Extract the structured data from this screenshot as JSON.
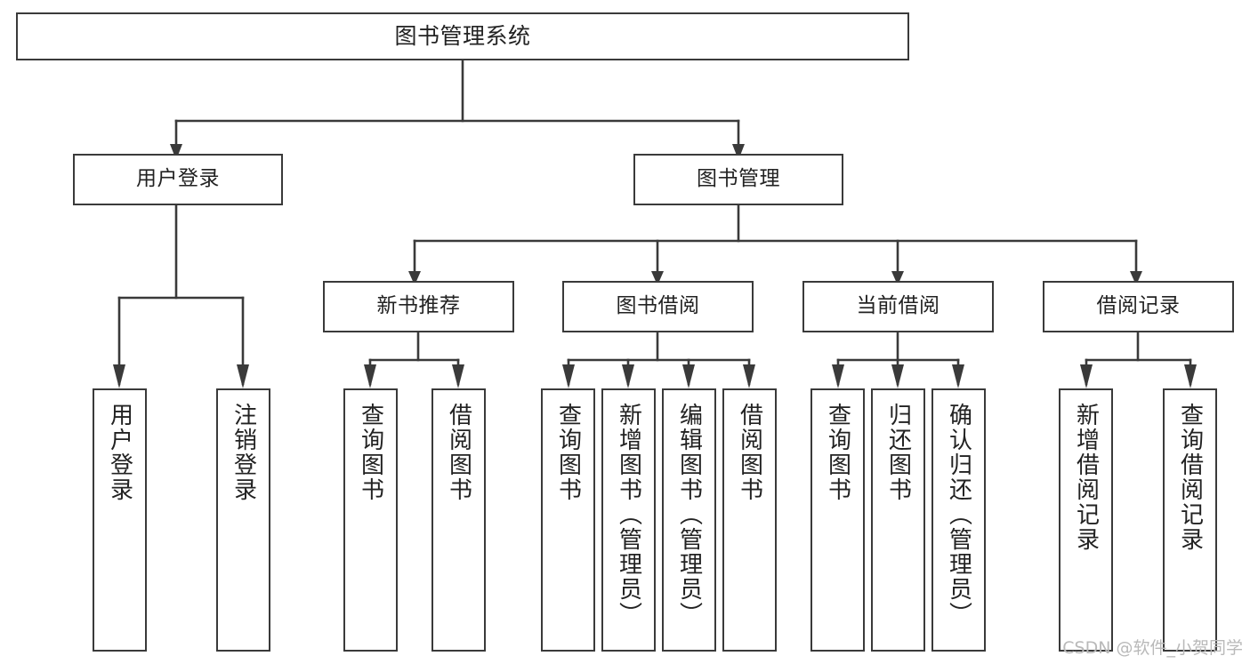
{
  "diagram": {
    "title": "图书管理系统",
    "type": "tree-hierarchy",
    "root": {
      "label": "图书管理系统"
    },
    "level2": [
      {
        "label": "用户登录"
      },
      {
        "label": "图书管理"
      }
    ],
    "level3": [
      {
        "label": "新书推荐"
      },
      {
        "label": "图书借阅"
      },
      {
        "label": "当前借阅"
      },
      {
        "label": "借阅记录"
      }
    ],
    "leaves": {
      "user_login": [
        {
          "label": "用户登录"
        },
        {
          "label": "注销登录"
        }
      ],
      "new_book_recommend": [
        {
          "label": "查询图书"
        },
        {
          "label": "借阅图书"
        }
      ],
      "book_borrow": [
        {
          "label": "查询图书"
        },
        {
          "label": "新增图书（管理员）"
        },
        {
          "label": "编辑图书（管理员）"
        },
        {
          "label": "借阅图书"
        }
      ],
      "current_borrow": [
        {
          "label": "查询图书"
        },
        {
          "label": "归还图书"
        },
        {
          "label": "确认归还（管理员）"
        }
      ],
      "borrow_record": [
        {
          "label": "新增借阅记录"
        },
        {
          "label": "查询借阅记录"
        }
      ]
    }
  },
  "watermark": {
    "text": "CSDN @软件_小贺同学"
  },
  "colors": {
    "stroke": "#3a3a3a",
    "background": "#ffffff",
    "text": "#222222",
    "watermark": "#b9b9b9"
  }
}
